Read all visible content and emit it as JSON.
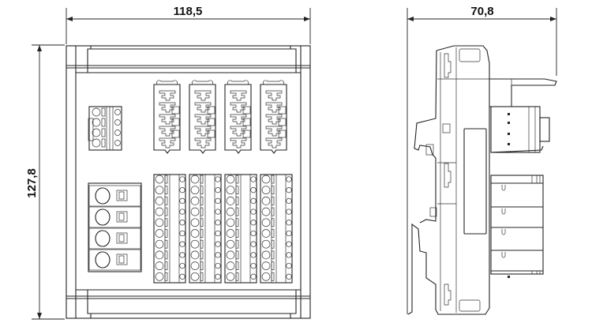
{
  "drawing": {
    "front_view": {
      "width_dimension": "118,5",
      "height_dimension": "127,8",
      "upper_connectors": 4,
      "terminal_strips": 4,
      "terminal_rows": 10,
      "power_terminals": 4
    },
    "side_view": {
      "depth_dimension": "70,8"
    },
    "line_color": "#222222"
  }
}
